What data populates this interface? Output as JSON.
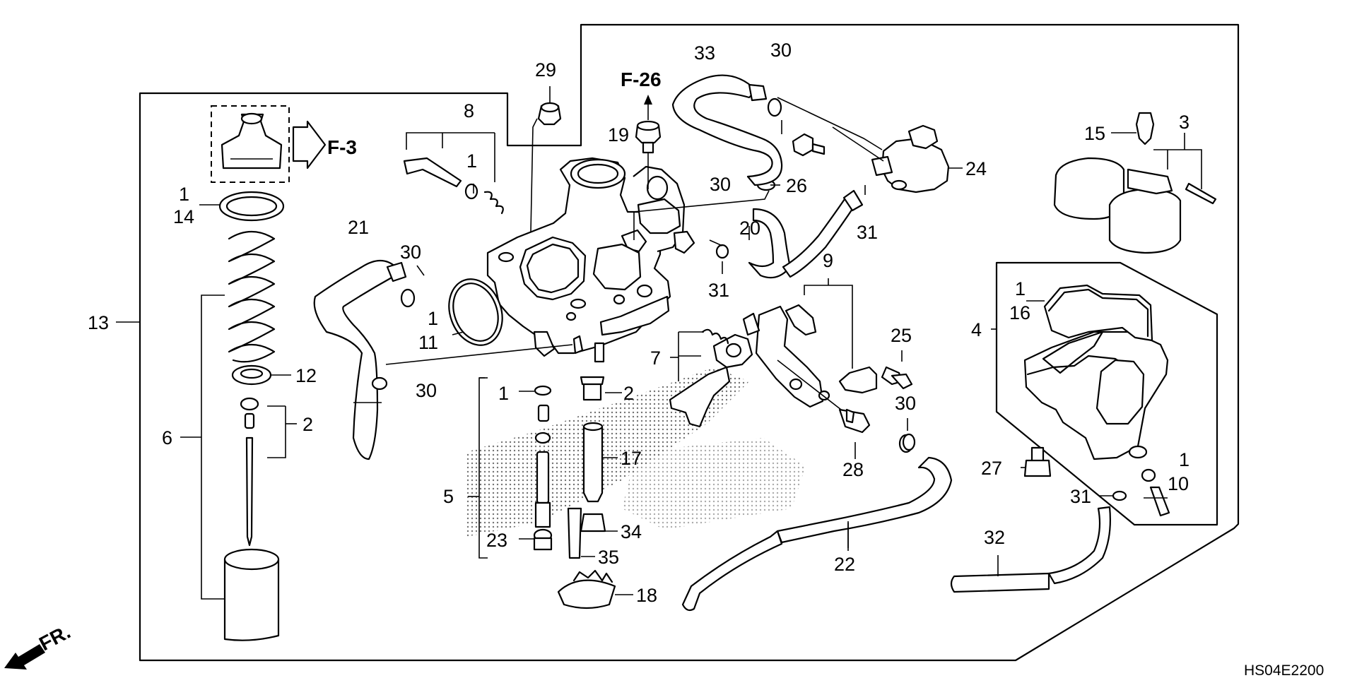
{
  "refs": {
    "f3": "F-3",
    "f26": "F-26",
    "fr": "FR."
  },
  "figure_code": "HS04E2200",
  "labels": {
    "n1_a": "1",
    "n1_b": "1",
    "n1_c": "1",
    "n1_d": "1",
    "n1_e": "1",
    "n1_f": "1",
    "n2_a": "2",
    "n2_b": "2",
    "n3": "3",
    "n4": "4",
    "n5": "5",
    "n6": "6",
    "n7": "7",
    "n8": "8",
    "n9": "9",
    "n10": "10",
    "n11": "11",
    "n12": "12",
    "n13": "13",
    "n14": "14",
    "n15": "15",
    "n16": "16",
    "n17": "17",
    "n18": "18",
    "n19": "19",
    "n20": "20",
    "n21": "21",
    "n22": "22",
    "n23": "23",
    "n24": "24",
    "n25": "25",
    "n26": "26",
    "n27": "27",
    "n28": "28",
    "n29": "29",
    "n30_a": "30",
    "n30_b": "30",
    "n30_c": "30",
    "n30_d": "30",
    "n30_e": "30",
    "n31_a": "31",
    "n31_b": "31",
    "n31_c": "31",
    "n32": "32",
    "n33": "33",
    "n34": "34",
    "n35": "35"
  }
}
